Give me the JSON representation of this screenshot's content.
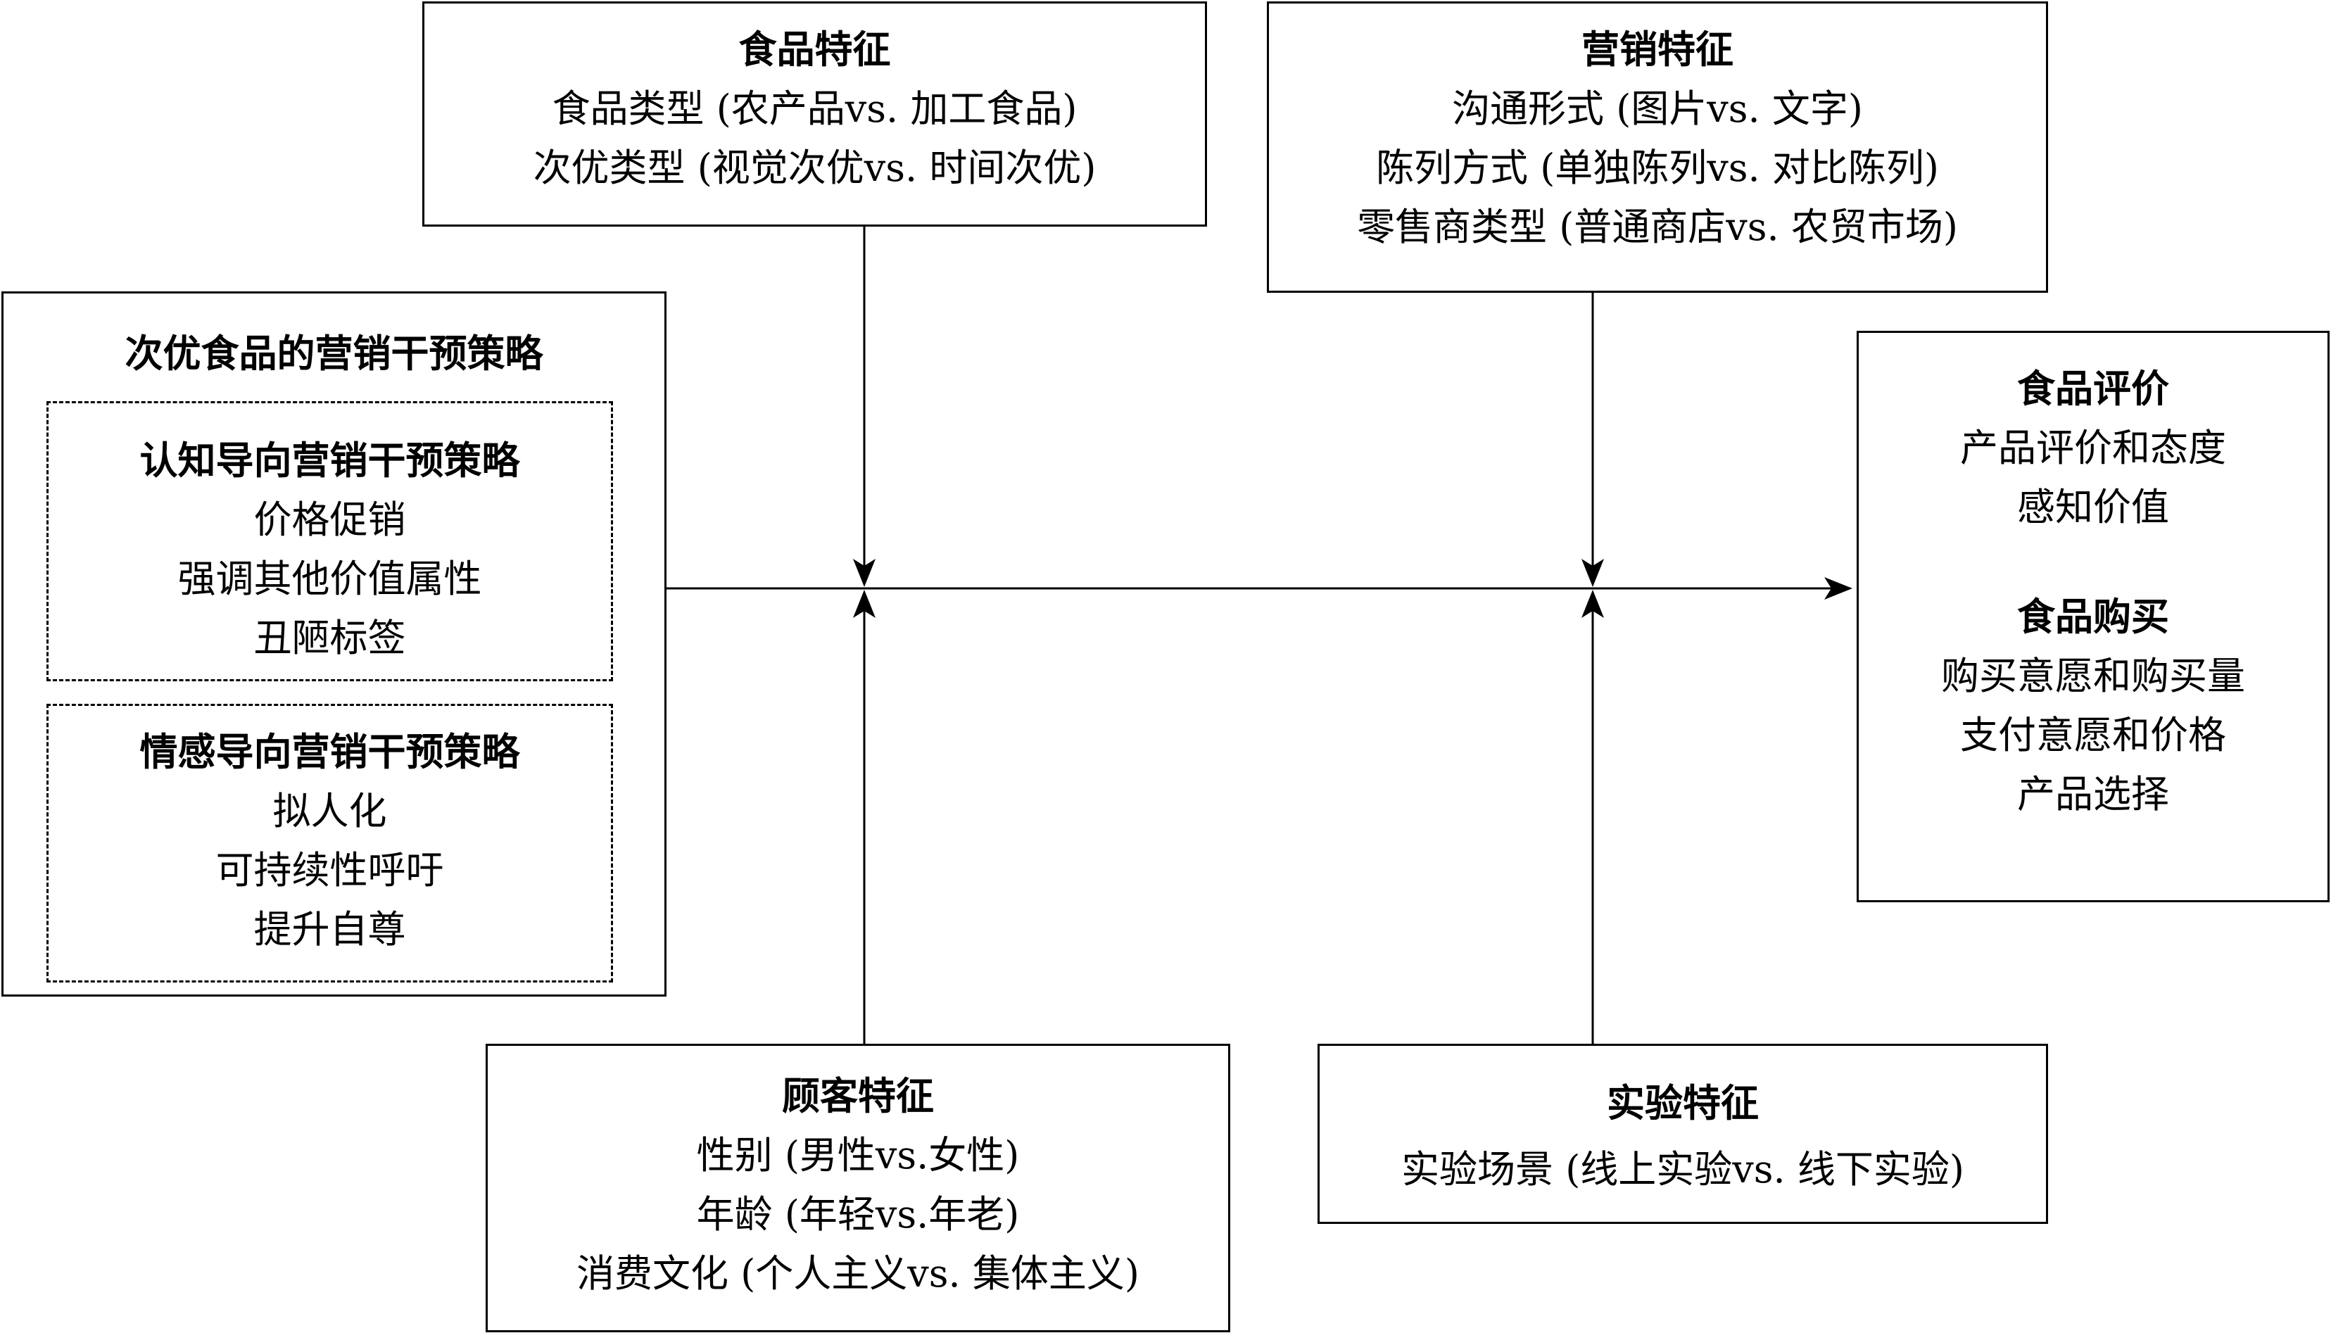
{
  "food_features": {
    "title": "食品特征",
    "items": [
      "食品类型 (农产品vs. 加工食品)",
      "次优类型 (视觉次优vs. 时间次优)"
    ]
  },
  "marketing_features": {
    "title": "营销特征",
    "items": [
      "沟通形式 (图片vs. 文字)",
      "陈列方式 (单独陈列vs. 对比陈列)",
      "零售商类型 (普通商店vs. 农贸市场)"
    ]
  },
  "strategies": {
    "title": "次优食品的营销干预策略",
    "cognitive": {
      "title": "认知导向营销干预策略",
      "items": [
        "价格促销",
        "强调其他价值属性",
        "丑陋标签"
      ]
    },
    "emotional": {
      "title": "情感导向营销干预策略",
      "items": [
        "拟人化",
        "可持续性呼吁",
        "提升自尊"
      ]
    }
  },
  "outcomes": {
    "evaluation": {
      "title": "食品评价",
      "items": [
        "产品评价和态度",
        "感知价值"
      ]
    },
    "purchase": {
      "title": "食品购买",
      "items": [
        "购买意愿和购买量",
        "支付意愿和价格",
        "产品选择"
      ]
    }
  },
  "customer_features": {
    "title": "顾客特征",
    "items": [
      "性别 (男性vs.女性)",
      "年龄 (年轻vs.年老)",
      "消费文化 (个人主义vs. 集体主义)"
    ]
  },
  "experiment_features": {
    "title": "实验特征",
    "items": [
      "实验场景 (线上实验vs. 线下实验)"
    ]
  }
}
